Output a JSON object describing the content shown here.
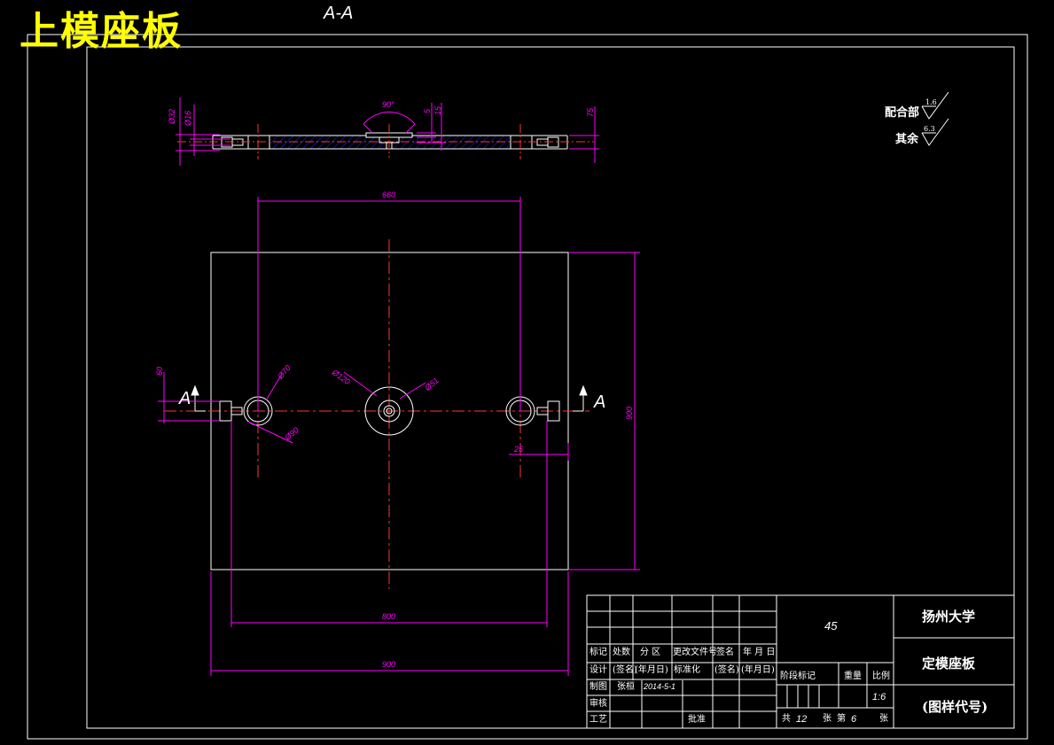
{
  "header": {
    "title": "上模座板",
    "section_label": "A-A"
  },
  "colors": {
    "background": "#000000",
    "outline": "#ffffff",
    "dimension": "#ff00ff",
    "centerline": "#ff0000",
    "title_text": "#ffff00",
    "hatch": "#0000ff"
  },
  "roughness": {
    "mating_label": "配合部",
    "mating_value": "1.6",
    "other_label": "其余",
    "other_value": "6.3"
  },
  "section_view": {
    "dims": {
      "d32": "Ø32",
      "d16": "Ø16",
      "angle": "90°",
      "five": "5",
      "fifteen": "15",
      "seventyfive": "75"
    }
  },
  "plan_view": {
    "dims": {
      "d660": "660",
      "d800w": "800",
      "d900w": "900",
      "d900h": "900",
      "d60": "60",
      "d25": "25",
      "d70": "Ø70",
      "d120": "Ø120",
      "d51": "Ø51",
      "d90": "Ø90"
    },
    "section_mark": "A"
  },
  "title_block": {
    "material": "45",
    "school": "扬州大学",
    "part_name": "定模座板",
    "drawing_code": "(图样代号)",
    "head": [
      "标记",
      "处数",
      "分 区",
      "更改文件号",
      "签名",
      "年 月 日"
    ],
    "design": [
      "设计",
      "(签名)",
      "(年月日)",
      "标准化",
      "(签名)",
      "(年月日)"
    ],
    "draw": [
      "制图",
      "张桓",
      "2014-5-1"
    ],
    "review": "审核",
    "process": "工艺",
    "approve": "批准",
    "stage": "阶段标记",
    "weight": "重量",
    "scale_label": "比例",
    "scale": "1:6",
    "total_label": "共",
    "total": "12",
    "sheet_label": "张",
    "number_label": "第",
    "number": "6",
    "sheet_label2": "张"
  }
}
